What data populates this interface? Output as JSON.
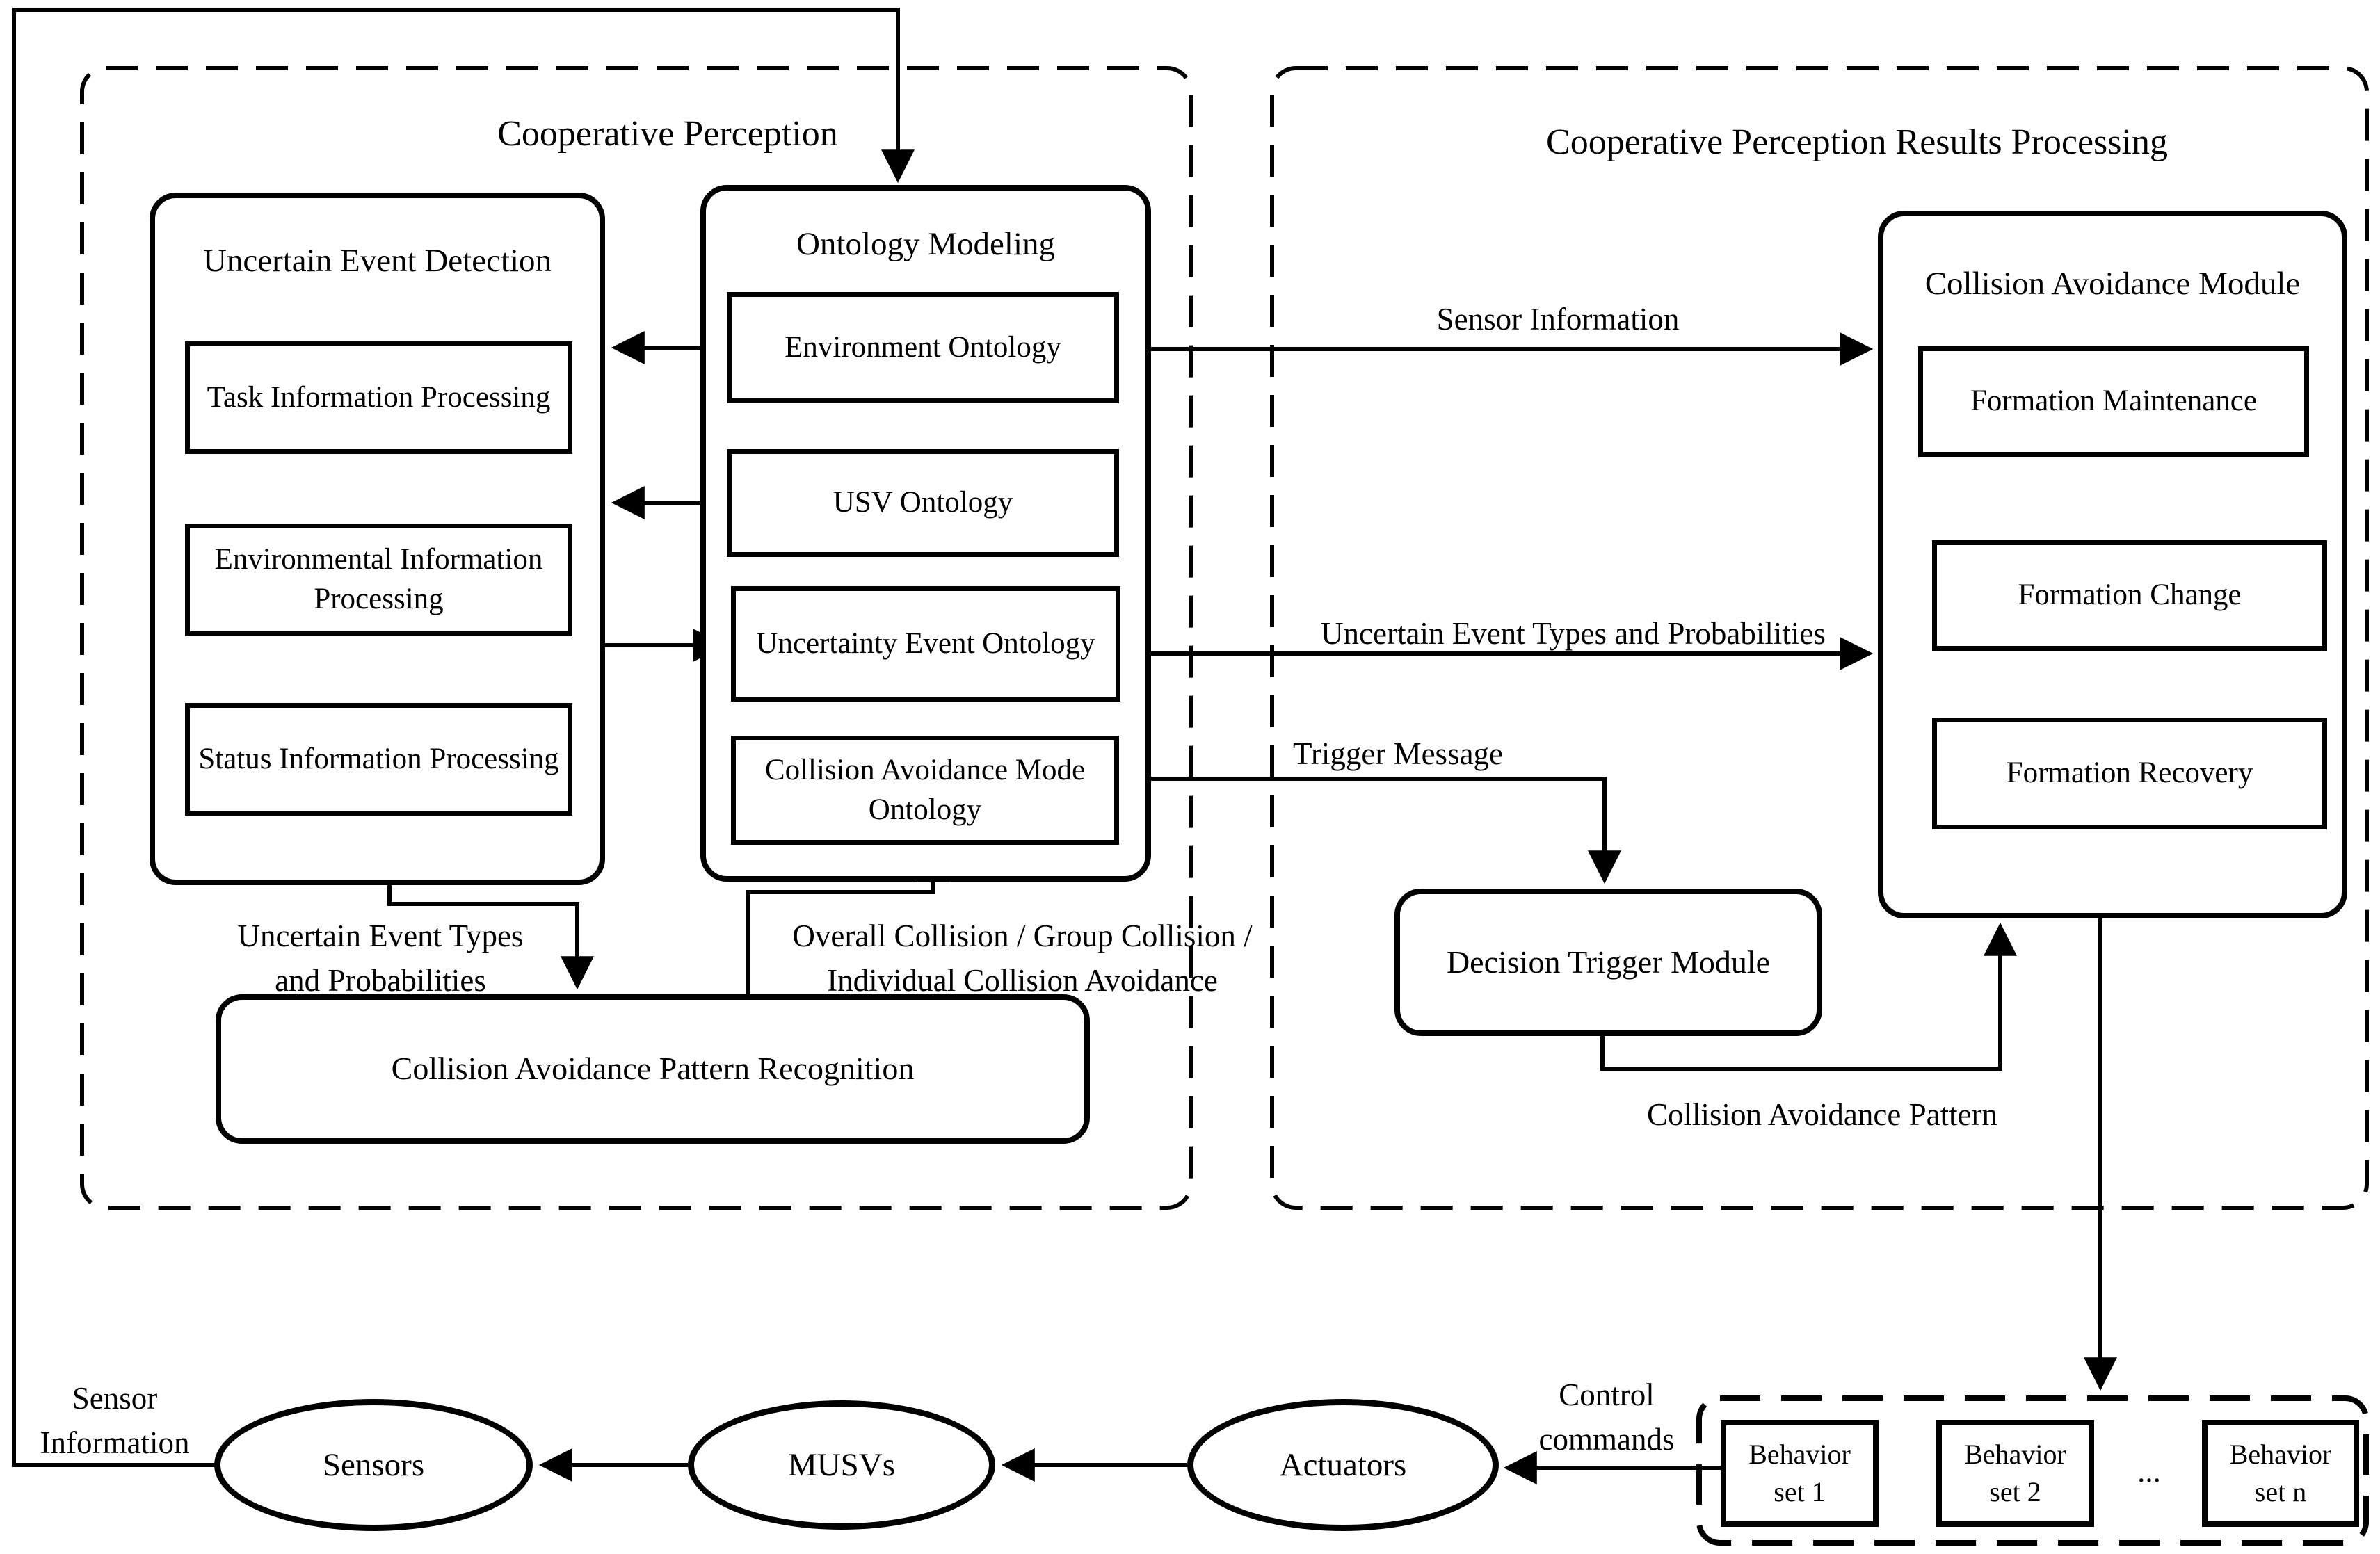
{
  "left_panel": {
    "title": "Cooperative Perception",
    "event_detection": {
      "title": "Uncertain Event Detection",
      "items": [
        {
          "label": "Task Information Processing"
        },
        {
          "label": "Environmental Information Processing"
        },
        {
          "label": "Status Information Processing"
        }
      ]
    },
    "ontology": {
      "title": "Ontology Modeling",
      "items": [
        {
          "label": "Environment Ontology"
        },
        {
          "label": "USV Ontology"
        },
        {
          "label": "Uncertainty Event Ontology"
        },
        {
          "label": "Collision Avoidance Mode Ontology"
        }
      ]
    },
    "pattern_recognition": {
      "label": "Collision Avoidance Pattern Recognition"
    },
    "labels": {
      "uncertain_event_types": "Uncertain Event Types\nand Probabilities",
      "overall_collision": "Overall Collision / Group Collision /\nIndividual Collision Avoidance"
    }
  },
  "right_panel": {
    "title": "Cooperative Perception Results Processing",
    "module": {
      "title": "Collision Avoidance Module",
      "items": [
        {
          "label": "Formation Maintenance"
        },
        {
          "label": "Formation Change"
        },
        {
          "label": "Formation Recovery"
        }
      ]
    },
    "decision_trigger": {
      "label": "Decision Trigger Module"
    }
  },
  "edges": {
    "sensor_information": "Sensor Information",
    "uncertain_event_types": "Uncertain Event Types and Probabilities",
    "trigger_message": "Trigger Message",
    "collision_avoidance_pattern": "Collision Avoidance Pattern",
    "control_commands": "Control\ncommands",
    "sensor_information_loop": "Sensor\nInformation"
  },
  "bottom": {
    "sensors": {
      "label": "Sensors"
    },
    "musvs": {
      "label": "MUSVs"
    },
    "actuators": {
      "label": "Actuators"
    },
    "behavior": {
      "items": [
        {
          "label": "Behavior\nset 1"
        },
        {
          "label": "Behavior\nset 2"
        },
        {
          "label": "Behavior\nset n"
        }
      ],
      "ellipsis": "..."
    }
  },
  "colors": {
    "ink": "#000000",
    "background": "#ffffff"
  }
}
